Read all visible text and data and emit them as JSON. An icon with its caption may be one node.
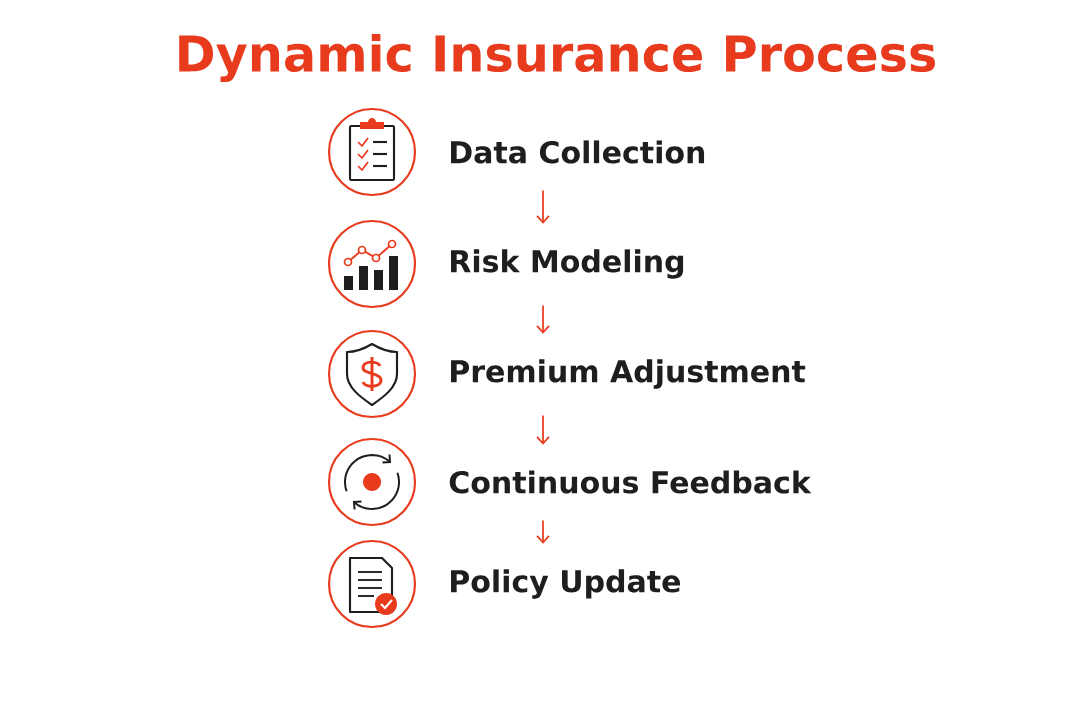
{
  "diagram": {
    "title": "Dynamic Insurance Process",
    "nodes": [
      {
        "text": [
          "Data Collection"
        ]
      },
      {
        "text": [
          "Risk Modeling"
        ]
      },
      {
        "text": [
          "Premium Adjustment"
        ]
      },
      {
        "text": [
          "Continuous Feedback"
        ]
      },
      {
        "text": [
          "Policy Update"
        ]
      }
    ],
    "edges": [
      {
        "from": 0,
        "to": 1,
        "arrow": "to"
      },
      {
        "from": 1,
        "to": 2,
        "arrow": "to"
      },
      {
        "from": 2,
        "to": 3,
        "arrow": "to"
      },
      {
        "from": 3,
        "to": 4,
        "arrow": "to"
      }
    ]
  }
}
